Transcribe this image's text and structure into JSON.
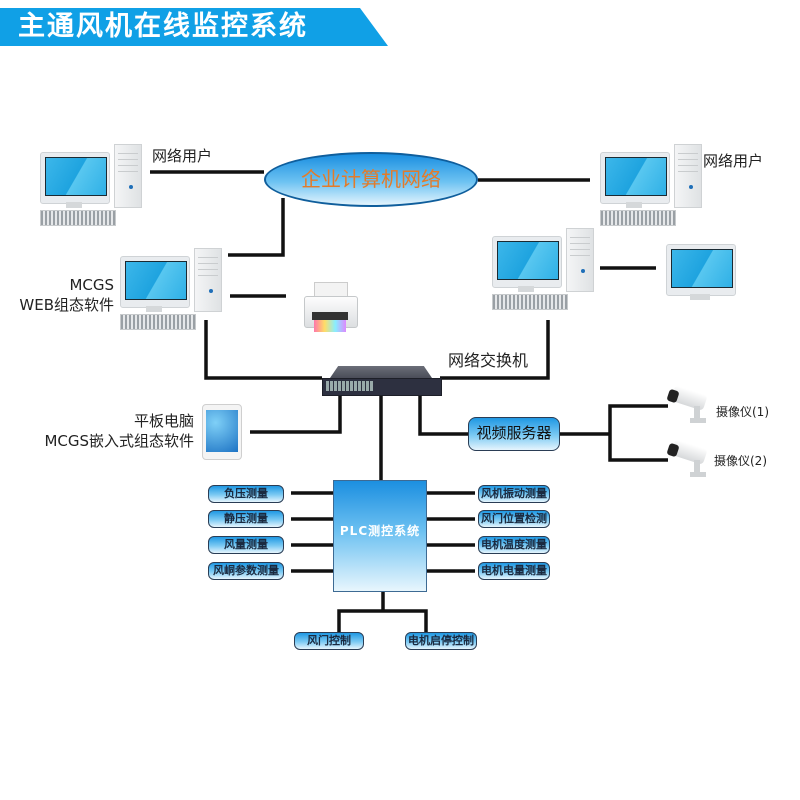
{
  "header": {
    "title": "主通风机在线监控系统",
    "accent_color": "#10a0e6"
  },
  "network": {
    "cloud_label": "企业计算机网络",
    "cloud_text_color": "#e37b2a",
    "switch_label": "网络交换机"
  },
  "nodes": {
    "user_left": "网络用户",
    "user_right": "网络用户",
    "mcgs_web_line1": "MCGS",
    "mcgs_web_line2": "WEB组态软件",
    "tablet_line1": "平板电脑",
    "tablet_line2": "MCGS嵌入式组态软件",
    "video_server": "视频服务器",
    "camera_1": "摄像仪(1)",
    "camera_2": "摄像仪(2)"
  },
  "plc": {
    "title": "PLC测控系统",
    "left_inputs": [
      "负压测量",
      "静压测量",
      "风量测量",
      "风峒参数测量"
    ],
    "right_inputs": [
      "风机振动测量",
      "风门位置检测",
      "电机温度测量",
      "电机电量测量"
    ],
    "outputs": [
      "风门控制",
      "电机启停控制"
    ]
  }
}
